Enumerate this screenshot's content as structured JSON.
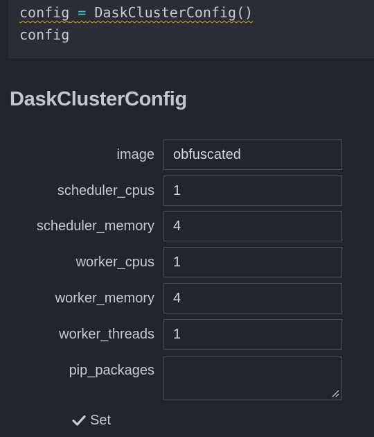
{
  "code_cell": {
    "line1": {
      "var": "config",
      "op": "=",
      "call": "DaskClusterConfig()"
    },
    "line2": "config"
  },
  "widget": {
    "title": "DaskClusterConfig",
    "fields": [
      {
        "label": "image",
        "value": "obfuscated"
      },
      {
        "label": "scheduler_cpus",
        "value": "1"
      },
      {
        "label": "scheduler_memory",
        "value": "4"
      },
      {
        "label": "worker_cpus",
        "value": "1"
      },
      {
        "label": "worker_memory",
        "value": "4"
      },
      {
        "label": "worker_threads",
        "value": "1"
      },
      {
        "label": "pip_packages",
        "value": ""
      }
    ],
    "set_label": "Set",
    "set_icon": "check-icon"
  },
  "colors": {
    "background": "#22252b",
    "code_background": "#2a2d34",
    "operator": "#58b9d6",
    "squiggle": "#d7a03a",
    "input_border": "#4a4e57"
  }
}
